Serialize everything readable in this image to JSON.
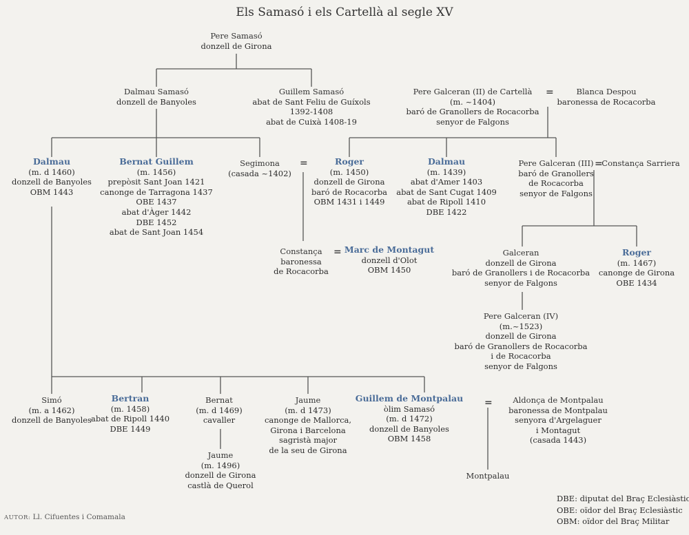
{
  "title": "Els Samasó i els Cartellà al segle XV",
  "people": {
    "pere_samaso": {
      "name": "Pere Samasó",
      "lines": [
        "donzell de Girona"
      ]
    },
    "dalmau_samaso": {
      "name": "Dalmau Samasó",
      "lines": [
        "donzell de Banyoles"
      ]
    },
    "guillem_samaso": {
      "name": "Guillem Samasó",
      "lines": [
        "abat de Sant Feliu de Guíxols",
        "1392-1408",
        "abat de Cuixà 1408-19"
      ]
    },
    "pere_galceran_ii": {
      "name": "Pere Galceran (II) de Cartellà",
      "lines": [
        "(m. ~1404)",
        "baró de Granollers de Rocacorba",
        "senyor de Falgons"
      ]
    },
    "blanca_despou": {
      "name": "Blanca Despou",
      "lines": [
        "baronessa de Rocacorba"
      ]
    },
    "dalmau_1460": {
      "name": "Dalmau",
      "lines": [
        "(m. d 1460)",
        "donzell de Banyoles",
        "OBM 1443"
      ]
    },
    "bernat_guillem": {
      "name": "Bernat Guillem",
      "lines": [
        "(m. 1456)",
        "prepòsit Sant Joan 1421",
        "canonge de Tarragona 1437",
        "OBE 1437",
        "abat d'Àger 1442",
        "DBE 1452",
        "abat de Sant Joan 1454"
      ]
    },
    "segimona": {
      "name": "Segimona",
      "lines": [
        "(casada ~1402)"
      ]
    },
    "roger_1450": {
      "name": "Roger",
      "lines": [
        "(m. 1450)",
        "donzell de Girona",
        "baró de Rocacorba",
        "OBM 1431 i 1449"
      ]
    },
    "dalmau_1439": {
      "name": "Dalmau",
      "lines": [
        "(m. 1439)",
        "abat d'Amer 1403",
        "abat de Sant Cugat 1409",
        "abat de Ripoll 1410",
        "DBE 1422"
      ]
    },
    "pere_galceran_iii": {
      "name": "Pere Galceran (III)",
      "lines": [
        "baró de Granollers",
        "de Rocacorba",
        "senyor de Falgons"
      ]
    },
    "constanca_sarriera": {
      "name": "Constança Sarriera",
      "lines": []
    },
    "constanca": {
      "name": "Constança",
      "lines": [
        "baronessa",
        "de Rocacorba"
      ]
    },
    "marc_montagut": {
      "name": "Marc de Montagut",
      "lines": [
        "donzell d'Olot",
        "OBM 1450"
      ]
    },
    "galceran": {
      "name": "Galceran",
      "lines": [
        "donzell de Girona",
        "baró de Granollers i de Rocacorba",
        "senyor de Falgons"
      ]
    },
    "roger_1467": {
      "name": "Roger",
      "lines": [
        "(m. 1467)",
        "canonge de Girona",
        "OBE 1434"
      ]
    },
    "pere_galceran_iv": {
      "name": "Pere Galceran (IV)",
      "lines": [
        "(m.~1523)",
        "donzell de Girona",
        "baró de Granollers de Rocacorba",
        "i de Rocacorba",
        "senyor de Falgons"
      ]
    },
    "simo": {
      "name": "Simó",
      "lines": [
        "(m. a 1462)",
        "donzell de Banyoles"
      ]
    },
    "bertran": {
      "name": "Bertran",
      "lines": [
        "(m. 1458)",
        "abat de Ripoll 1440",
        "DBE 1449"
      ]
    },
    "bernat": {
      "name": "Bernat",
      "lines": [
        "(m. d 1469)",
        "cavaller"
      ]
    },
    "jaume_1473": {
      "name": "Jaume",
      "lines": [
        "(m. d 1473)",
        "canonge de Mallorca,",
        "Girona i Barcelona",
        "sagristà major",
        "de la seu de Girona"
      ]
    },
    "guillem_montpalau": {
      "name": "Guillem de Montpalau",
      "lines": [
        "òlim Samasó",
        "(m. d 1472)",
        "donzell de Banyoles",
        "OBM 1458"
      ]
    },
    "aldonca": {
      "name": "Aldonça de Montpalau",
      "lines": [
        "baronessa de Montpalau",
        "senyora d'Argelaguer",
        "i Montagut",
        "(casada 1443)"
      ]
    },
    "jaume_1496": {
      "name": "Jaume",
      "lines": [
        "(m. 1496)",
        "donzell de Girona",
        "castlà de Querol"
      ]
    },
    "montpalau": {
      "name": "Montpalau",
      "lines": []
    }
  },
  "marriage_symbol": "=",
  "credit": {
    "label": "AUTOR:",
    "name": "Ll. Cifuentes i Comamala"
  },
  "legend": [
    "DBE: diputat del Braç Eclesiàstic",
    "OBE: oïdor del Braç Eclesiàstic",
    "OBM: oïdor del Braç Militar"
  ],
  "colors": {
    "highlight": "#4a6c98",
    "line": "#555555",
    "background": "#f3f2ee"
  }
}
